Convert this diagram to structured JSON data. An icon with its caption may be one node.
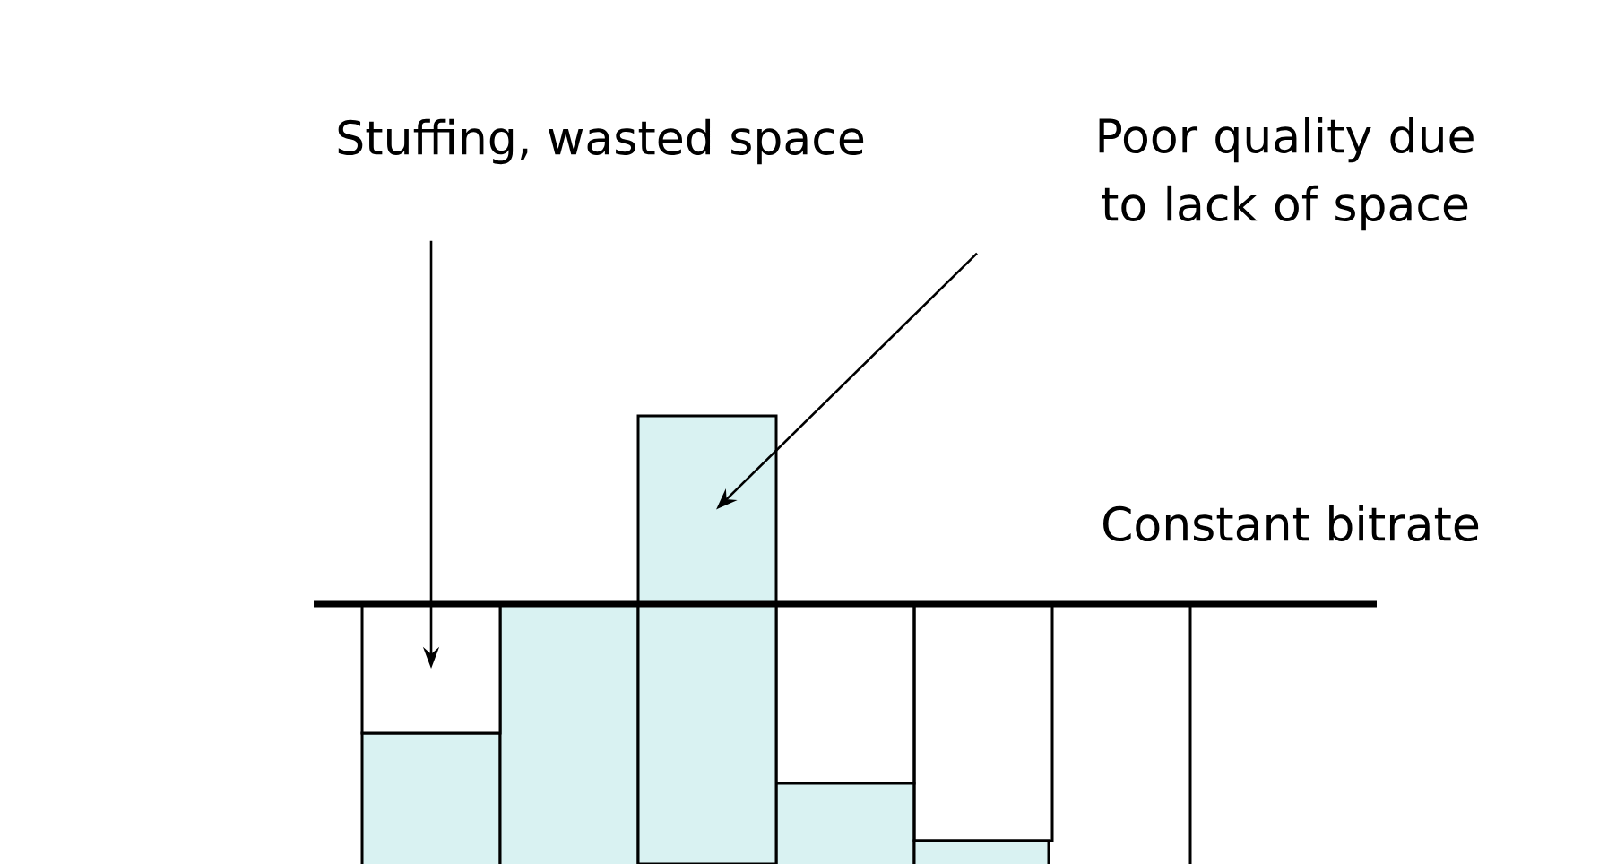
{
  "diagram": {
    "nodes": [
      {
        "text": [
          "Stuffing, wasted space"
        ]
      },
      {
        "text": [
          "Poor quality due to lack of space"
        ]
      },
      {
        "text": [],
        "shape": "box"
      },
      {
        "text": [],
        "shape": "bar"
      }
    ],
    "edges": [
      {
        "from": 0,
        "to": 2,
        "arrow": "to"
      },
      {
        "from": 1,
        "to": 3,
        "arrow": "to"
      }
    ],
    "labels": [
      "Constant bitrate"
    ]
  }
}
